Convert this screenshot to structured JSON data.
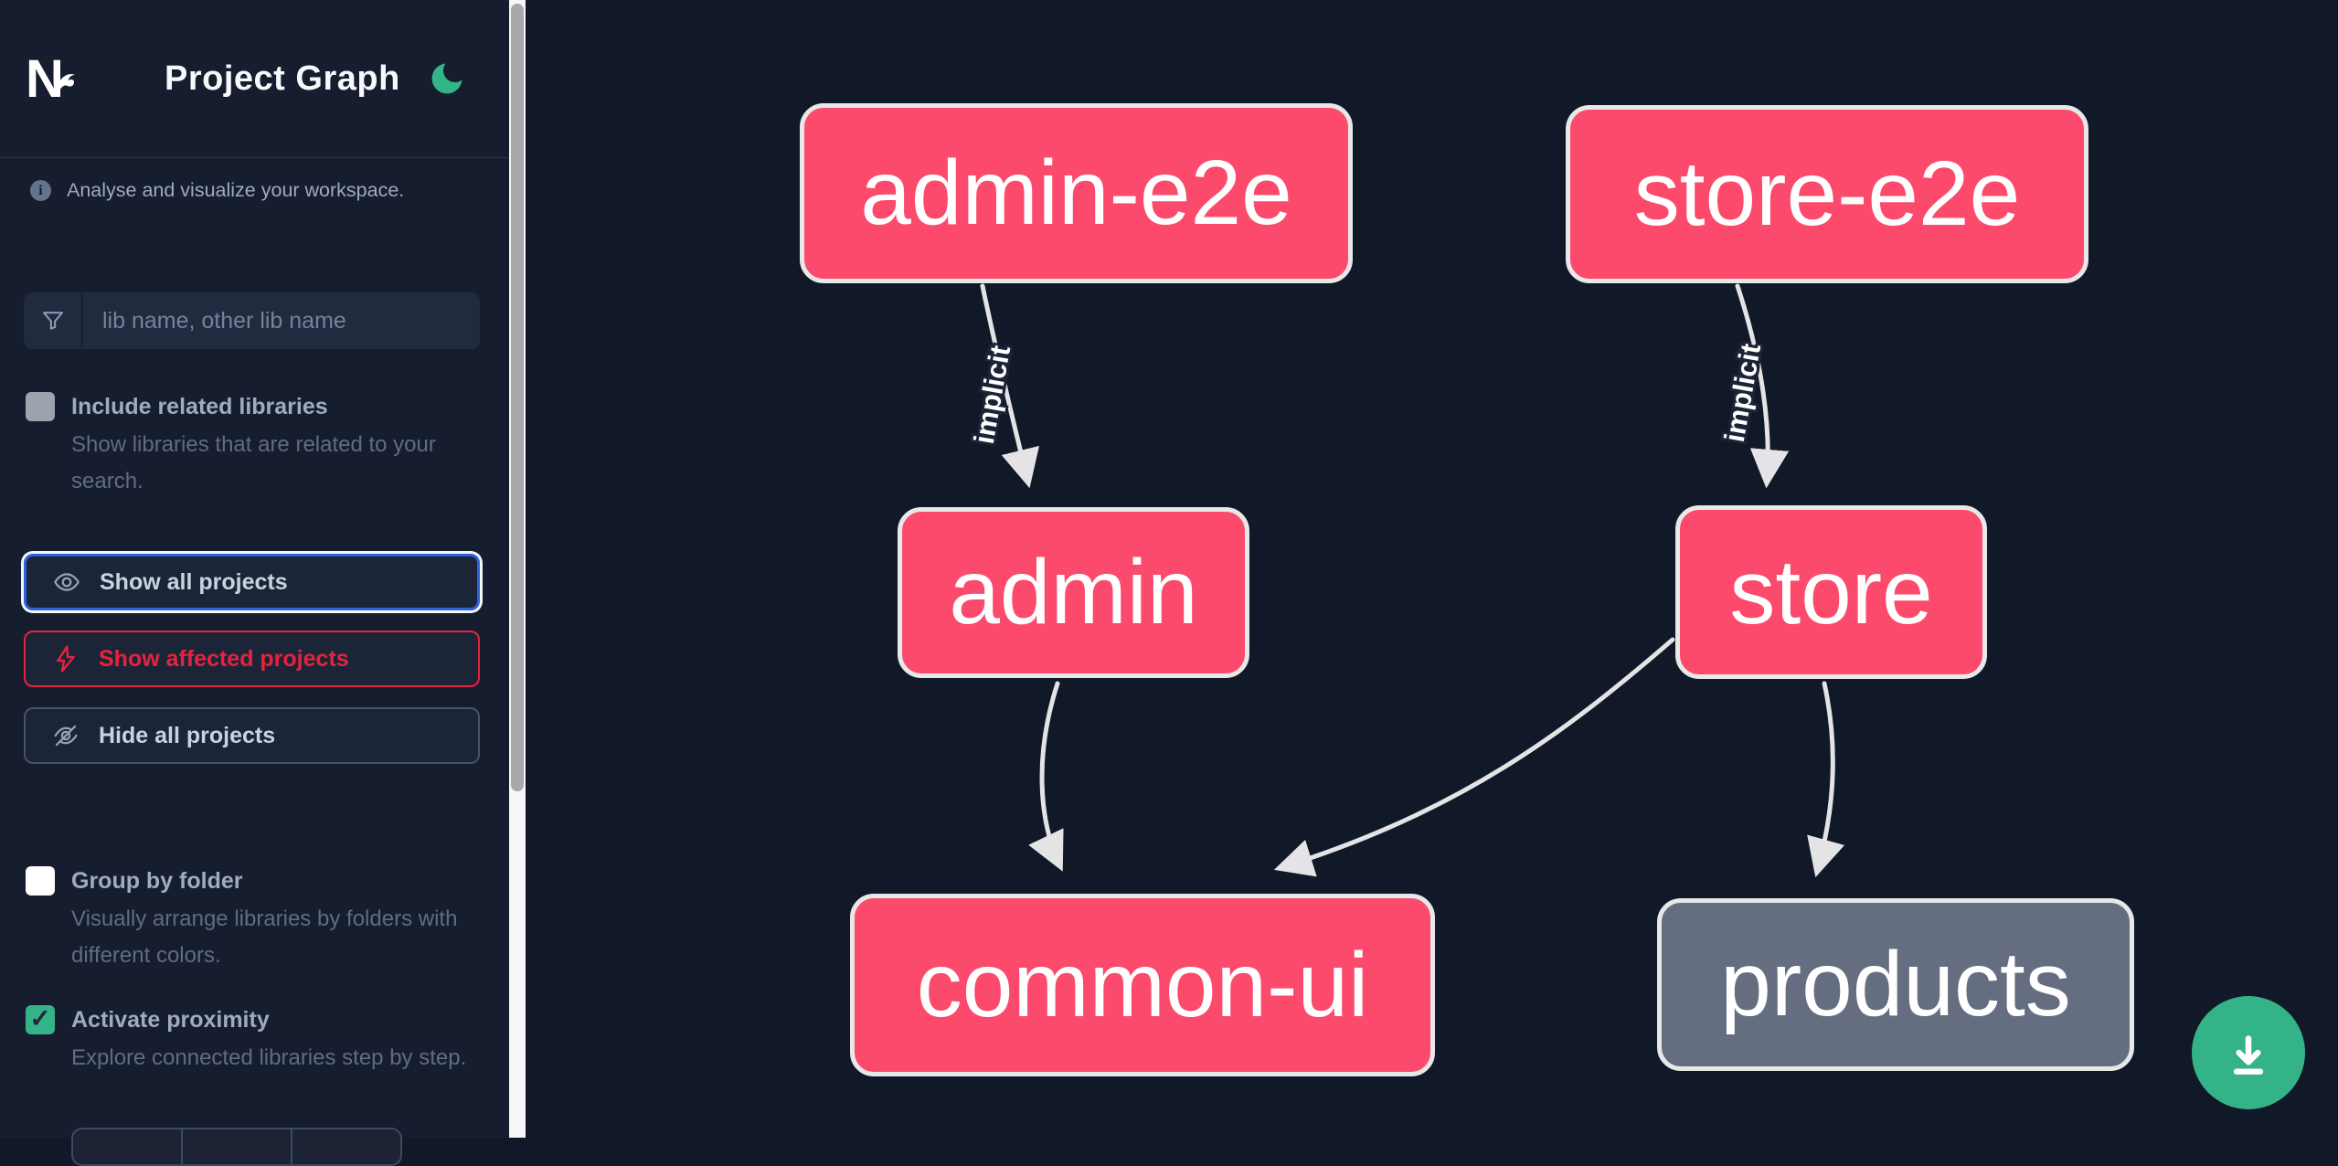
{
  "header": {
    "title": "Project Graph",
    "logo": "Nx"
  },
  "sidebar": {
    "tagline": "Analyse and visualize your workspace.",
    "search_placeholder": "lib name, other lib name",
    "include_related": {
      "label": "Include related libraries",
      "description": "Show libraries that are related to your search.",
      "checked": false
    },
    "actions": {
      "show_all": "Show all projects",
      "show_affected": "Show affected projects",
      "hide_all": "Hide all projects"
    },
    "group_by_folder": {
      "label": "Group by folder",
      "description": "Visually arrange libraries by folders with different colors.",
      "checked": false
    },
    "activate_proximity": {
      "label": "Activate proximity",
      "description": "Explore connected libraries step by step.",
      "checked": true
    }
  },
  "graph": {
    "nodes": [
      {
        "id": "admin-e2e",
        "label": "admin-e2e",
        "color": "pink"
      },
      {
        "id": "store-e2e",
        "label": "store-e2e",
        "color": "pink"
      },
      {
        "id": "admin",
        "label": "admin",
        "color": "pink"
      },
      {
        "id": "store",
        "label": "store",
        "color": "pink"
      },
      {
        "id": "common-ui",
        "label": "common-ui",
        "color": "pink"
      },
      {
        "id": "products",
        "label": "products",
        "color": "gray"
      }
    ],
    "edges": [
      {
        "from": "admin-e2e",
        "to": "admin",
        "label": "implicit"
      },
      {
        "from": "store-e2e",
        "to": "store",
        "label": "implicit"
      },
      {
        "from": "admin",
        "to": "common-ui",
        "label": ""
      },
      {
        "from": "store",
        "to": "common-ui",
        "label": ""
      },
      {
        "from": "store",
        "to": "products",
        "label": ""
      }
    ]
  },
  "colors": {
    "node_pink": "#fb4a6b",
    "node_gray": "#656e80",
    "edge": "#e4e4e7",
    "accent_green": "#35b388",
    "focus_blue": "#2e62dd",
    "affected_red": "#e5233d",
    "sidebar_bg": "#161d2e",
    "canvas_bg": "#111827"
  }
}
